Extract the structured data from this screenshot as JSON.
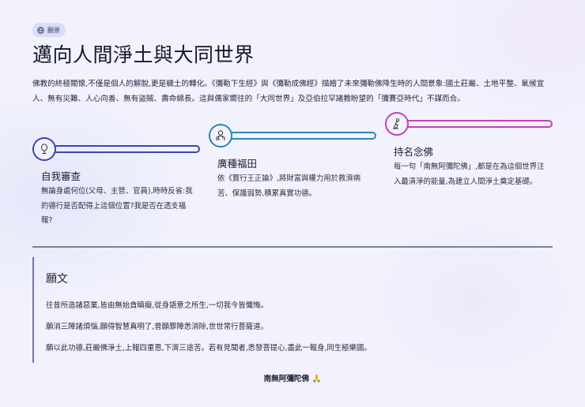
{
  "badge": {
    "icon": "globe-icon",
    "label": "願景"
  },
  "header": {
    "title": "邁向人間淨土與大同世界"
  },
  "intro": "佛教的終極關懷,不僅是個人的解脫,更是穢土的轉化。《彌勒下生經》與《彌勒成佛經》描繪了未來彌勒佛降生時的人間景象:國土莊嚴、土地平整、氣候宜人、無有災難、人心向善、無有盜賊、壽命綿長。這與儒家嚮往的「大同世界」及亞伯拉罕諸教盼望的「彌賽亞時代」不謀而合。",
  "steps": [
    {
      "icon": "microphone-icon",
      "color": "#3b45b8",
      "title": "自我審查",
      "desc": "無論身處何位(父母、主管、官員),時時反省:我的德行是否配得上這個位置?我是否在透支福報?"
    },
    {
      "icon": "doctor-icon",
      "color": "#2a86b8",
      "title": "廣種福田",
      "desc": "依《寶行王正論》,將財富與權力用於救濟病苦、保護弱勢,積累真實功德。"
    },
    {
      "icon": "praying-person-icon",
      "color": "#c53fb8",
      "title": "持名念佛",
      "desc": "每一句「南無阿彌陀佛」,都是在為這個世界注入最清淨的能量,為建立人間淨土奠定基礎。"
    }
  ],
  "vow": {
    "heading": "願文",
    "lines": [
      "往昔所造諸惡業,皆由無始貪瞋癡,從身語意之所生,一切我今皆懺悔。",
      "願消三障諸煩惱,願得智慧真明了,普願罪障悉消除,世世常行菩薩道。",
      "願以此功德,莊嚴佛淨土,上報四重恩,下濟三途苦。若有見聞者,悉發菩提心,盡此一報身,同生極樂國。"
    ]
  },
  "footer": {
    "text": "南無阿彌陀佛 🙏"
  }
}
